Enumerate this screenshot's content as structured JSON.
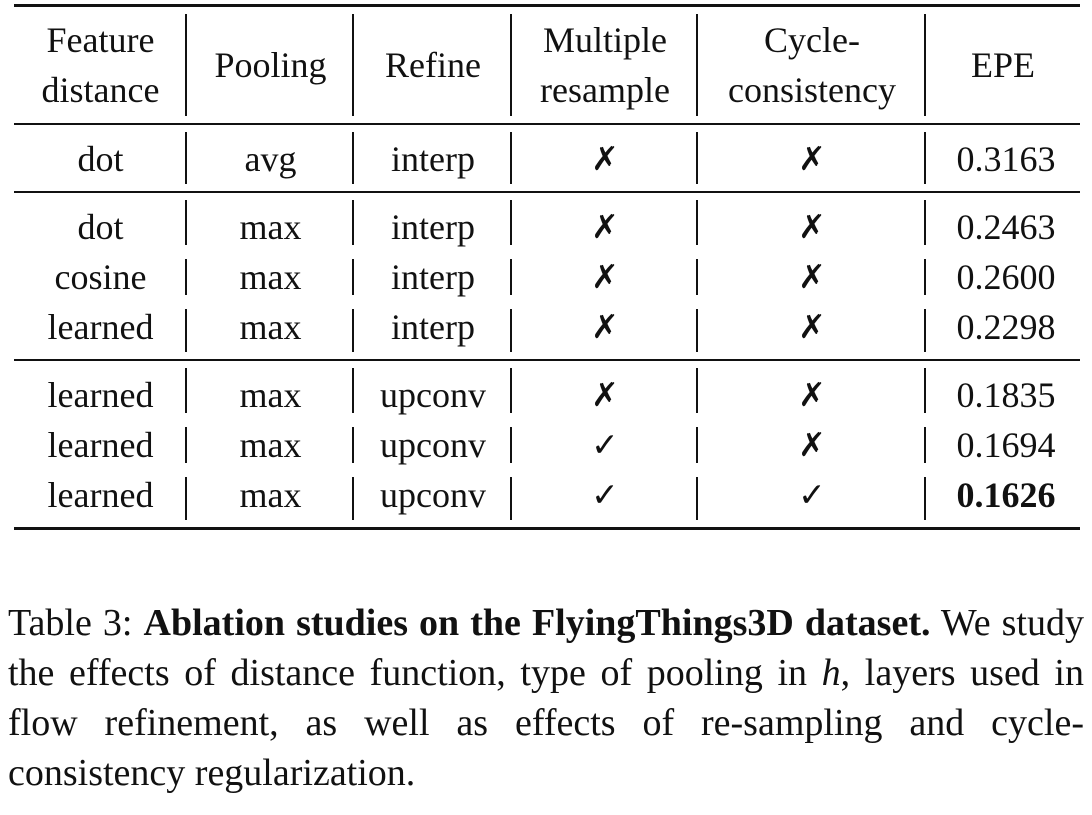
{
  "table": {
    "headers": [
      [
        "Feature",
        "distance"
      ],
      [
        "Pooling"
      ],
      [
        "Refine"
      ],
      [
        "Multiple",
        "resample"
      ],
      [
        "Cycle-",
        "consistency"
      ],
      [
        "EPE"
      ]
    ],
    "groups": [
      [
        [
          "dot",
          "avg",
          "interp",
          "✗",
          "✗",
          "0.3163"
        ]
      ],
      [
        [
          "dot",
          "max",
          "interp",
          "✗",
          "✗",
          "0.2463"
        ],
        [
          "cosine",
          "max",
          "interp",
          "✗",
          "✗",
          "0.2600"
        ],
        [
          "learned",
          "max",
          "interp",
          "✗",
          "✗",
          "0.2298"
        ]
      ],
      [
        [
          "learned",
          "max",
          "upconv",
          "✗",
          "✗",
          "0.1835"
        ],
        [
          "learned",
          "max",
          "upconv",
          "✓",
          "✗",
          "0.1694"
        ],
        [
          "learned",
          "max",
          "upconv",
          "✓",
          "✓",
          "0.1626"
        ]
      ]
    ],
    "best_value": "0.1626"
  },
  "caption": {
    "label": "Table 3:",
    "title": "Ablation studies on the FlyingThings3D dataset.",
    "text_before": "We study the effects of distance function, type of pooling in",
    "math_symbol": "h",
    "text_after": ", layers used in flow refinement, as well as effects of re-sampling and cycle-consistency regularization."
  }
}
